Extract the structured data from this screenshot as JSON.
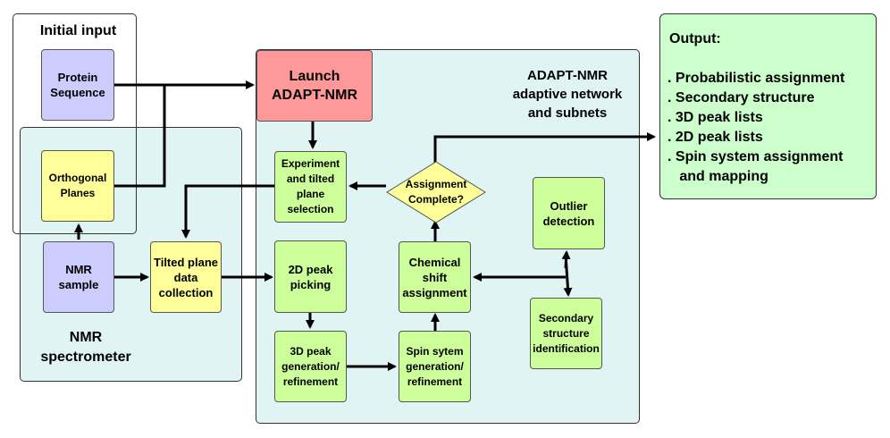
{
  "initial_input": {
    "label": "Initial input"
  },
  "nmr_spectrometer": {
    "label": "NMR\nspectrometer"
  },
  "adapt_region": {
    "label": "ADAPT-NMR\nadaptive network\nand subnets"
  },
  "output": {
    "title": "Output:",
    "items": [
      ". Probabilistic assignment",
      ". Secondary structure",
      ". 3D peak lists",
      ". 2D peak lists",
      ". Spin system assignment",
      "   and mapping"
    ]
  },
  "nodes": {
    "protein_sequence": "Protein\nSequence",
    "orthogonal_planes": "Orthogonal\nPlanes",
    "nmr_sample": "NMR\nsample",
    "tilted_plane": "Tilted plane\ndata\ncollection",
    "launch": "Launch\nADAPT-NMR",
    "experiment": "Experiment\nand tilted\nplane\nselection",
    "assignment_complete": "Assignment\nComplete?",
    "peak_2d": "2D peak\npicking",
    "peak_3d": "3D peak\ngeneration/\nrefinement",
    "spin_system": "Spin sytem\ngeneration/\nrefinement",
    "chemical_shift": "Chemical\nshift\nassignment",
    "outlier": "Outlier\ndetection",
    "secondary": "Secondary\nstructure\nidentification"
  },
  "colors": {
    "input_box": "#ccccff",
    "instrument_box": "#ffff99",
    "process_box": "#ccff99",
    "launch_box": "#ff9999",
    "region_fill": "#e0f4f4",
    "output_fill": "#ccffcc"
  }
}
